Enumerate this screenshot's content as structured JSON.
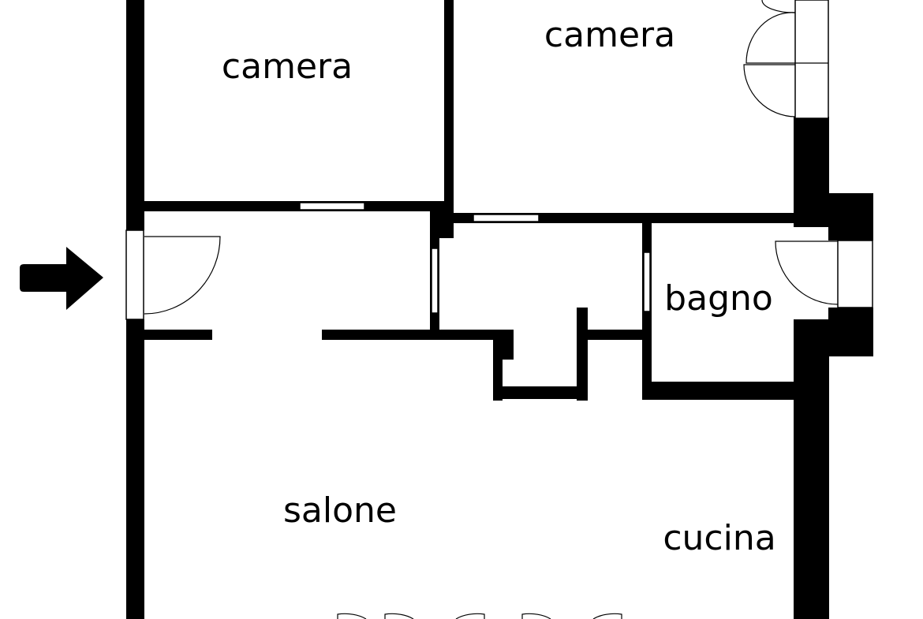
{
  "plan": {
    "colors": {
      "wall": "#000000",
      "background": "#ffffff"
    },
    "rooms": [
      {
        "id": "camera-1",
        "label": "camera"
      },
      {
        "id": "camera-2",
        "label": "camera"
      },
      {
        "id": "bagno",
        "label": "bagno"
      },
      {
        "id": "salone",
        "label": "salone"
      },
      {
        "id": "cucina",
        "label": "cucina"
      }
    ],
    "entrance_icon": "arrow-right-icon"
  }
}
